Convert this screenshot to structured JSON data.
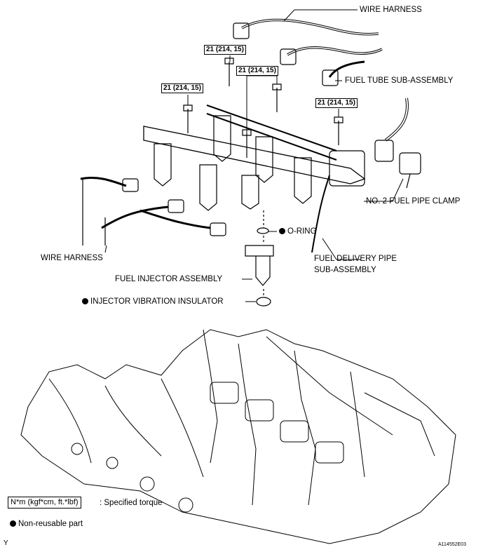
{
  "labels": {
    "wire_harness_top": "WIRE HARNESS",
    "fuel_tube": "FUEL TUBE SUB-ASSEMBLY",
    "pipe_clamp": "NO. 2 FUEL PIPE CLAMP",
    "o_ring": "O-RING",
    "wire_harness_left": "WIRE HARNESS",
    "fuel_delivery_pipe_1": "FUEL DELIVERY PIPE",
    "fuel_delivery_pipe_2": "SUB-ASSEMBLY",
    "fuel_injector": "FUEL INJECTOR ASSEMBLY",
    "vibration_insulator": "INJECTOR VIBRATION INSULATOR"
  },
  "torque": {
    "t1": "21 (214, 15)",
    "t2": "21 (214, 15)",
    "t3": "21 (214, 15)",
    "t4": "21 (214, 15)"
  },
  "legend": {
    "torque_unit": "N*m (kgf*cm, ft.*lbf)",
    "torque_desc": ": Specified torque",
    "non_reusable": "Non-reusable part"
  },
  "corner": {
    "left": "Y",
    "right": "A114552E03"
  }
}
